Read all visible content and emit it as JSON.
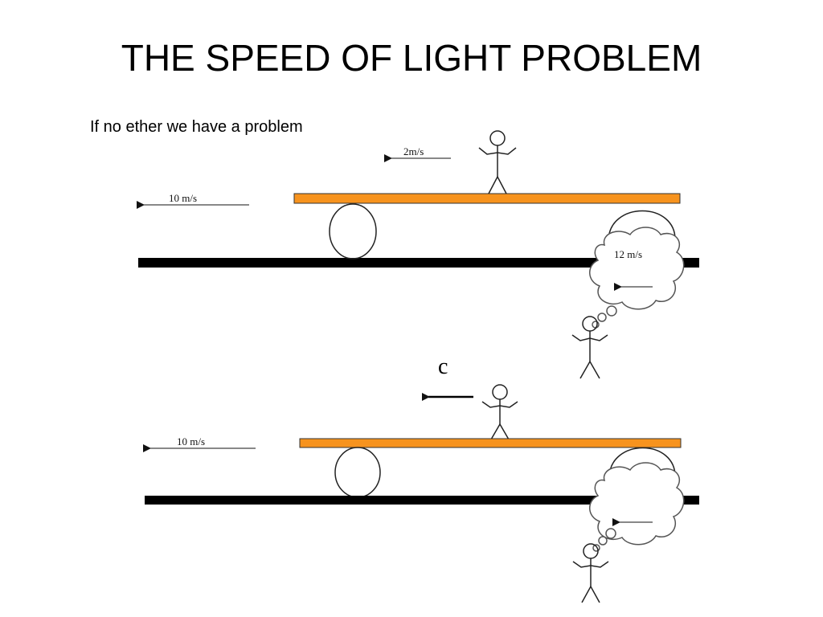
{
  "slide": {
    "title": "THE SPEED OF LIGHT PROBLEM",
    "caption": "If no ether we have a problem"
  },
  "scene_top": {
    "person_speed_label": "2m/s",
    "train_speed_label": "10 m/s",
    "thought_label": "12 m/s"
  },
  "scene_bottom": {
    "light_label": "c",
    "train_speed_label": "10 m/s"
  },
  "colors": {
    "platform": "#f7931e",
    "track": "#000000",
    "ink": "#111111"
  }
}
